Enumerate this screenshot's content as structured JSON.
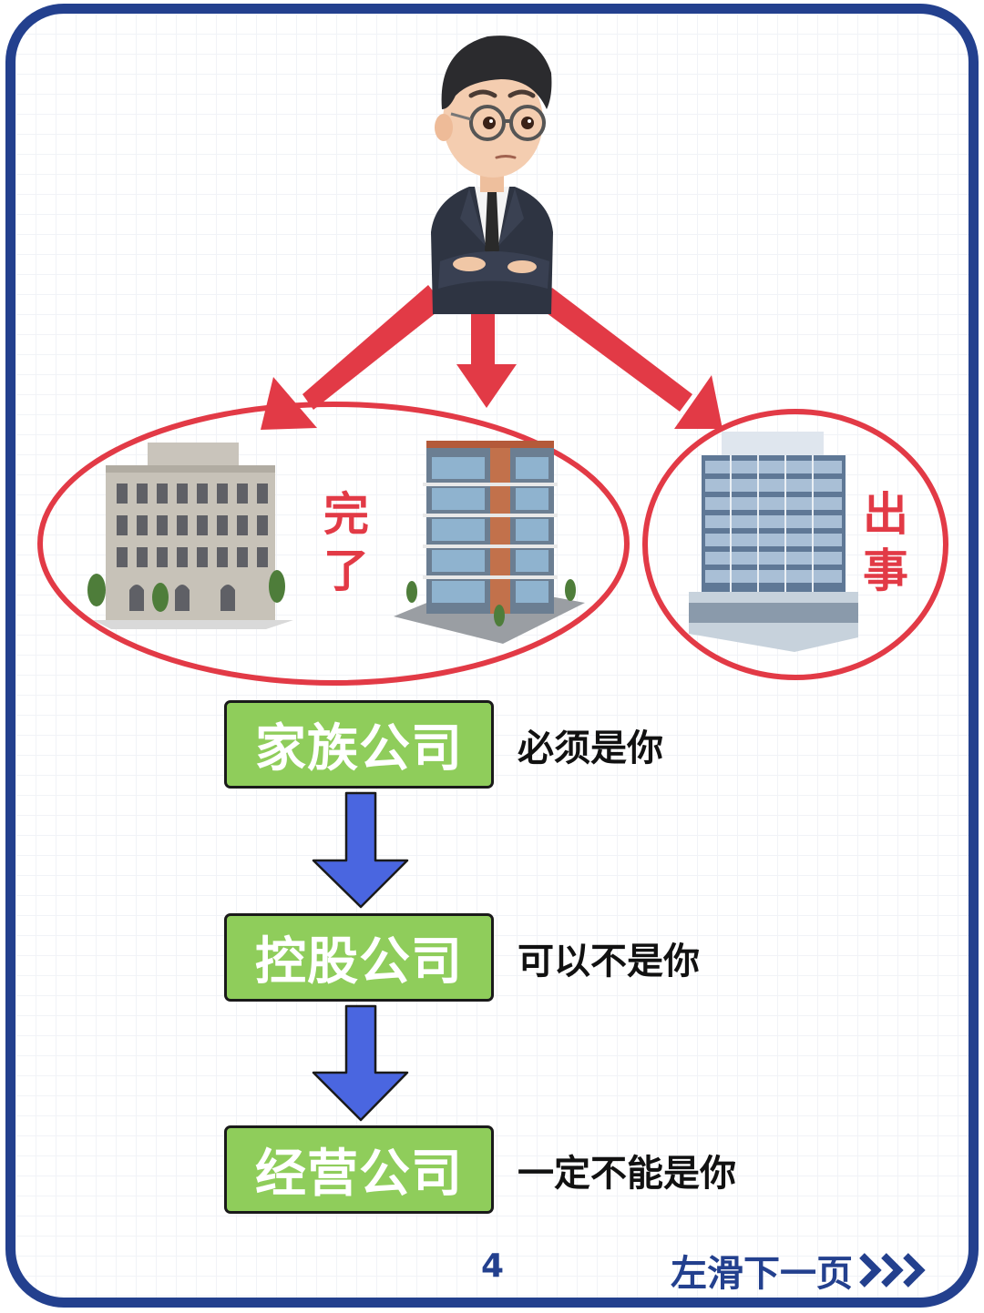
{
  "diagram": {
    "top_figure": "businessman-with-glasses-arms-crossed",
    "arrows_color": "#e23a46",
    "left_group": {
      "buildings": [
        "classic-stone-building",
        "modern-office-building"
      ],
      "label_lines": [
        "完",
        "了"
      ]
    },
    "right_group": {
      "buildings": [
        "glass-office-tower"
      ],
      "label_lines": [
        "出",
        "事"
      ]
    },
    "hierarchy": [
      {
        "box": "家族公司",
        "note": "必须是你"
      },
      {
        "box": "控股公司",
        "note": "可以不是你"
      },
      {
        "box": "经营公司",
        "note": "一定不能是你"
      }
    ],
    "box_color": "#8fcd5b",
    "down_arrow_color": "#4a66e0"
  },
  "footer": {
    "page_number": "4",
    "next_hint": "左滑下一页",
    "next_icon": "triple-chevron-right-icon"
  },
  "theme": {
    "frame_color": "#23408e"
  }
}
